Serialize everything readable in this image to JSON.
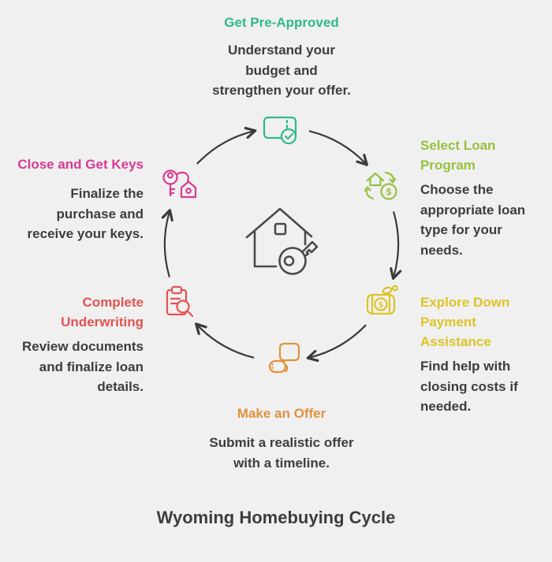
{
  "title": "Wyoming Homebuying Cycle",
  "colors": {
    "background": "#f0f0f0",
    "body_text": "#3d3d3d",
    "arrows": "#3a3a3a",
    "center_icon": "#4a4a4a"
  },
  "center": {
    "icon": "house-with-key"
  },
  "icons": {
    "dollar_glyph": "$"
  },
  "steps": [
    {
      "label": "Get Pre-Approved",
      "description": "Understand your\nbudget and\nstrengthen your offer.",
      "color": "#2fb98a",
      "icon": "ticket-check",
      "position": "top"
    },
    {
      "label": "Select Loan\nProgram",
      "description": "Choose the\nappropriate loan\ntype for your\nneeds.",
      "color": "#95c13d",
      "icon": "house-dollar-exchange",
      "position": "right-top"
    },
    {
      "label": "Explore Down\nPayment\nAssistance",
      "description": "Find help with\nclosing costs if\nneeded.",
      "color": "#ddc426",
      "icon": "money-box",
      "position": "right-bottom"
    },
    {
      "label": "Make an Offer",
      "description": "Submit a realistic offer\nwith a timeline.",
      "color": "#e2913c",
      "icon": "hand-offer",
      "position": "bottom"
    },
    {
      "label": "Complete\nUnderwriting",
      "description": "Review documents\nand finalize loan\ndetails.",
      "color": "#e25353",
      "icon": "clipboard-search",
      "position": "left-bottom"
    },
    {
      "label": "Close and Get Keys",
      "description": "Finalize the\npurchase and\nreceive your keys.",
      "color": "#d93a92",
      "icon": "key-house-tag",
      "position": "left-top"
    }
  ]
}
